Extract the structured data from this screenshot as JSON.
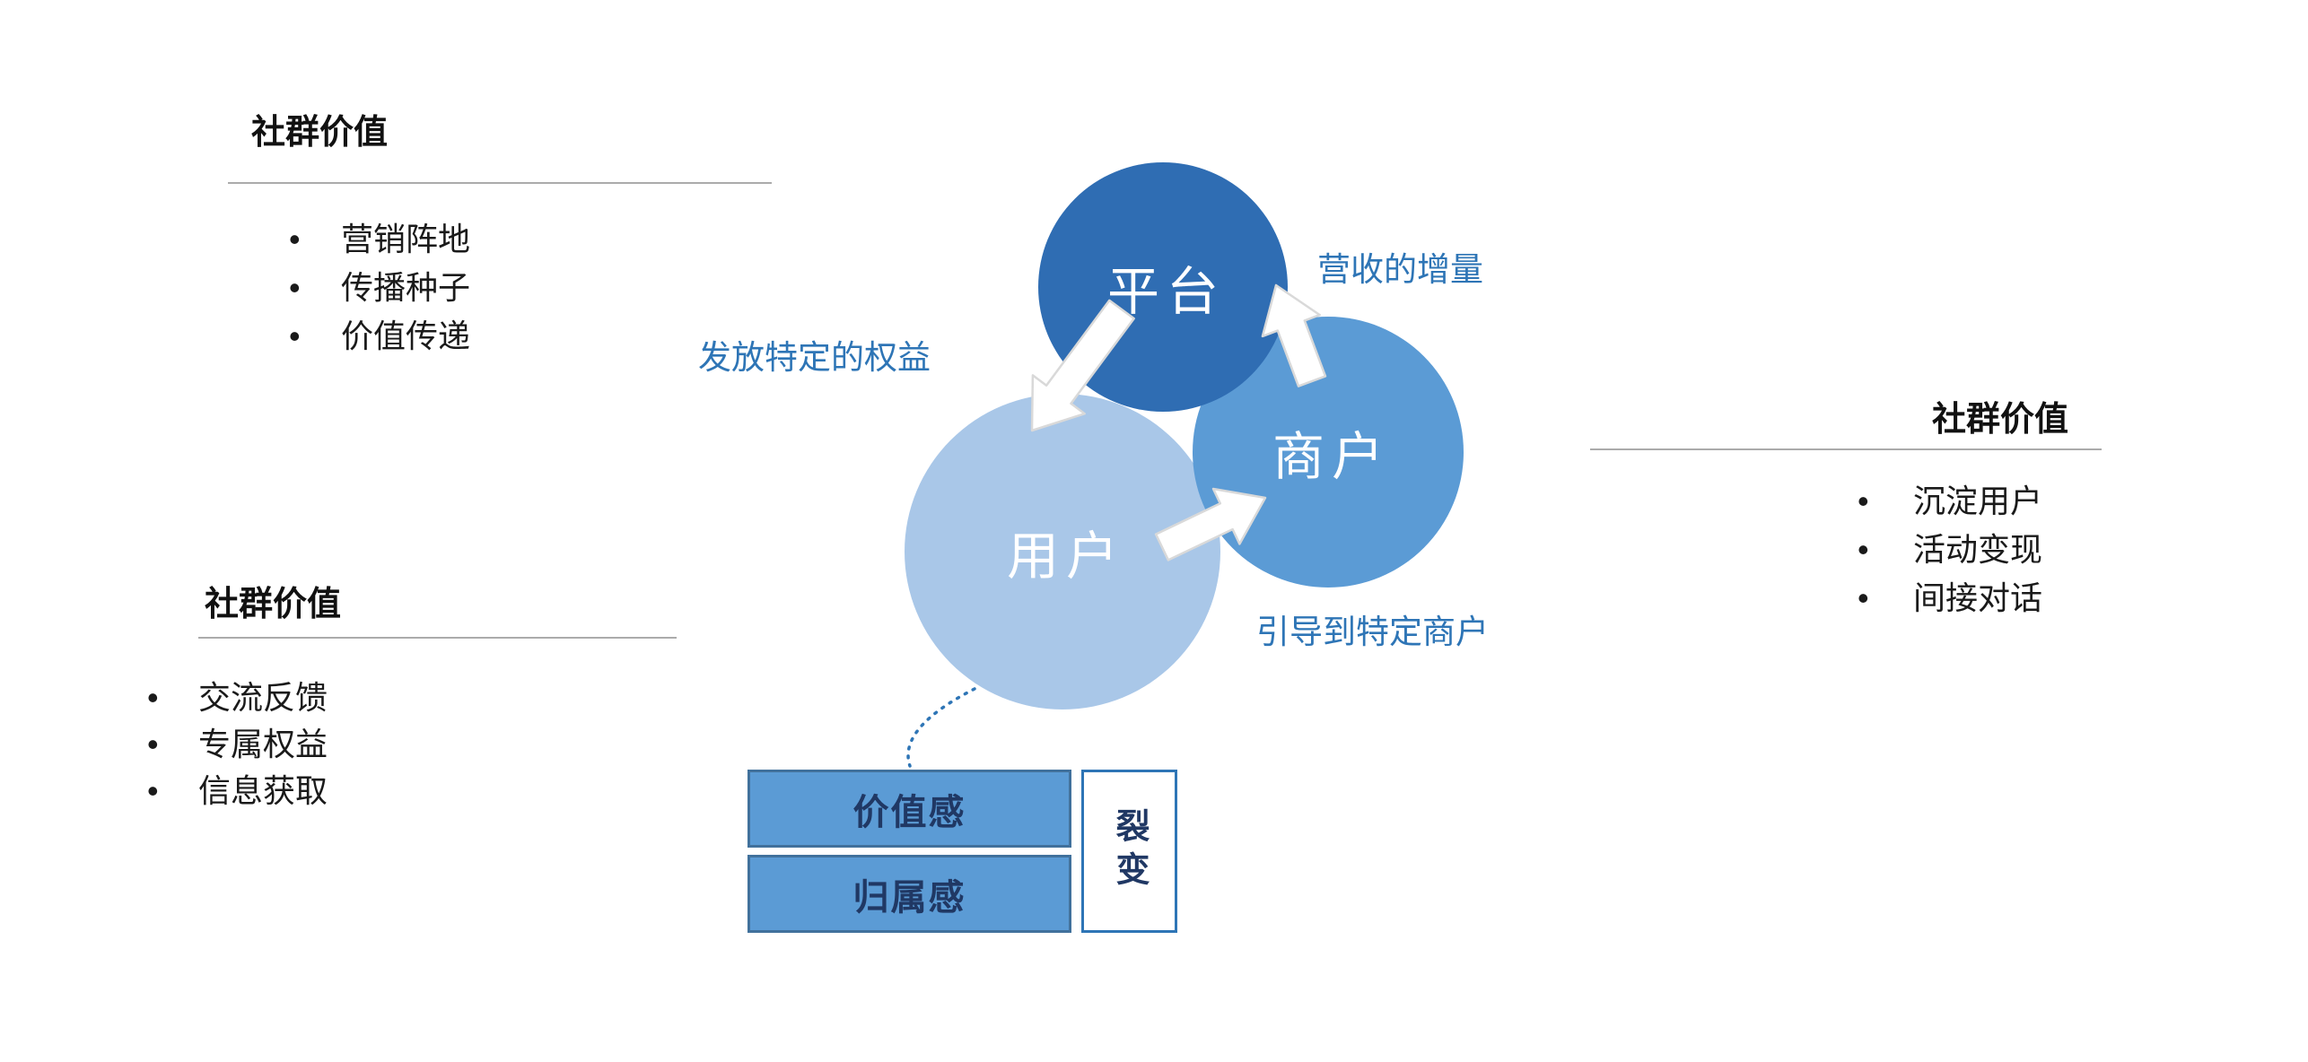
{
  "panels": {
    "top_left": {
      "title": "社群价值",
      "items": [
        "营销阵地",
        "传播种子",
        "价值传递"
      ]
    },
    "bottom_left": {
      "title": "社群价值",
      "items": [
        "交流反馈",
        "专属权益",
        "信息获取"
      ]
    },
    "right": {
      "title": "社群价值",
      "items": [
        "沉淀用户",
        "活动变现",
        "间接对话"
      ]
    }
  },
  "diagram": {
    "circles": {
      "platform": {
        "label": "平台"
      },
      "merchant": {
        "label": "商户"
      },
      "user": {
        "label": "用户"
      }
    },
    "flow_labels": {
      "platform_to_user": "发放特定的权益",
      "merchant_to_platform": "营收的增量",
      "user_to_merchant": "引导到特定商户"
    },
    "boxes": {
      "value_sense": "价值感",
      "belonging_sense": "归属感",
      "fission": "裂变"
    }
  },
  "colors": {
    "platform_circle": "#2F6DB3",
    "merchant_circle": "#5B9BD5",
    "user_circle": "#A9C7E8",
    "flow_label_blue": "#2E75B6",
    "box_fill": "#5B9BD5",
    "box_border": "#41719C",
    "box_text": "#203864",
    "divider_gray": "#ABABAB"
  }
}
